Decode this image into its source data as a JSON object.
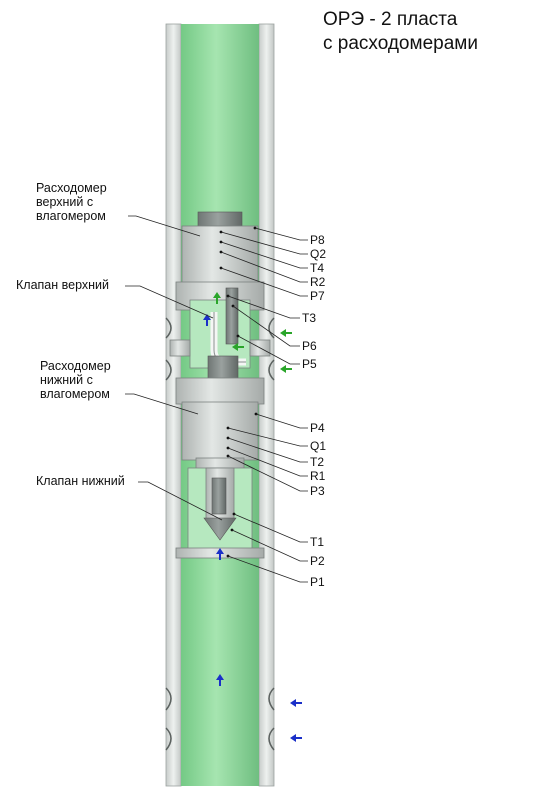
{
  "title": [
    "ОРЭ - 2 пласта",
    "с расходомерами"
  ],
  "callouts": {
    "upper_meter": [
      "Расходомер",
      "верхний с",
      "влагомером"
    ],
    "upper_valve": "Клапан верхний",
    "lower_meter": [
      "Расходомер",
      "нижний с",
      "влагомером"
    ],
    "lower_valve": "Клапан нижний"
  },
  "sensors_upper": [
    "P8",
    "Q2",
    "T4",
    "R2",
    "P7",
    "T3",
    "P6",
    "P5"
  ],
  "sensors_lower": [
    "P4",
    "Q1",
    "T2",
    "R1",
    "P3",
    "T1",
    "P2",
    "P1"
  ],
  "colors": {
    "fluid": "#8fd89c",
    "casing": "#dfe4e1",
    "tool": "#c9cecb",
    "upper_flow_arrow": "#2aa52a",
    "lower_flow_arrow": "#1a2fc8"
  },
  "icons": {
    "flow": "arrow-icon"
  }
}
